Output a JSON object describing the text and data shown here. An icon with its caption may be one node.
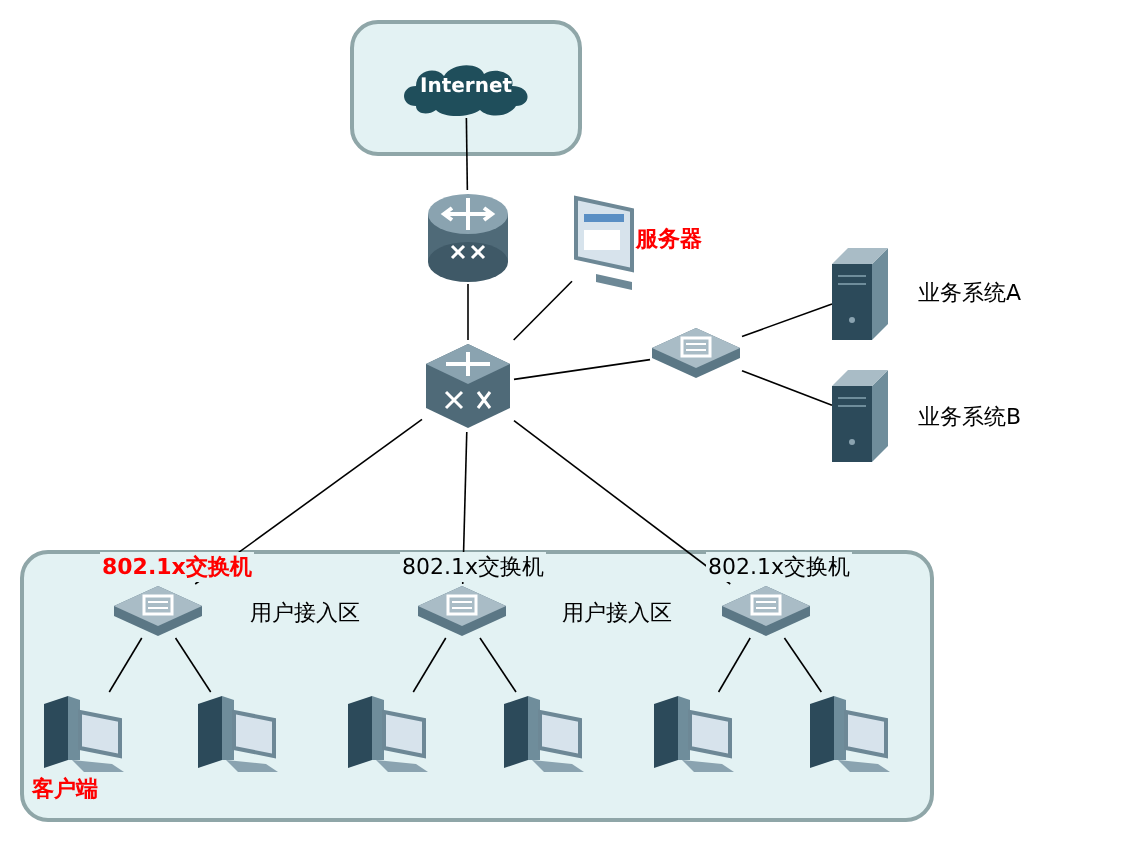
{
  "diagram": {
    "nodes": [
      {
        "text": [],
        "shape": "box"
      },
      {
        "text": [
          "Internet"
        ],
        "in": 0
      },
      {
        "text": [],
        "shape": "picture"
      },
      {
        "text": [],
        "shape": "picture"
      },
      {
        "text": [],
        "shape": "picture",
        "beside": [
          "服务器"
        ]
      },
      {
        "text": [],
        "shape": "picture"
      },
      {
        "text": [],
        "shape": "picture",
        "beside": [
          "业务系统A"
        ]
      },
      {
        "text": [],
        "shape": "picture",
        "beside": [
          "业务系统B"
        ]
      },
      {
        "text": [
          "用户接入区",
          "用户接入区"
        ]
      },
      {
        "text": [],
        "shape": "picture",
        "in": 8,
        "beside": [
          "802.1x交换机"
        ]
      },
      {
        "text": [],
        "shape": "picture",
        "in": 8,
        "beside": [
          "802.1x交换机"
        ]
      },
      {
        "text": [],
        "shape": "picture",
        "in": 8,
        "beside": [
          "802.1x交换机"
        ]
      },
      {
        "text": [],
        "shape": "picture",
        "in": 8,
        "beside": [
          "客户端"
        ]
      },
      {
        "text": [],
        "shape": "picture",
        "in": 8
      },
      {
        "text": [],
        "shape": "picture",
        "in": 8
      },
      {
        "text": [],
        "shape": "picture",
        "in": 8
      },
      {
        "text": [],
        "shape": "picture",
        "in": 8
      },
      {
        "text": [],
        "shape": "picture",
        "in": 8
      }
    ],
    "edges": [
      {
        "from": 1,
        "to": 2,
        "arrow": "none"
      },
      {
        "from": 2,
        "to": 3,
        "arrow": "none"
      },
      {
        "from": 3,
        "to": 4,
        "arrow": "none"
      },
      {
        "from": 3,
        "to": 5,
        "arrow": "none"
      },
      {
        "from": 5,
        "to": 6,
        "arrow": "none"
      },
      {
        "from": 5,
        "to": 7,
        "arrow": "none"
      },
      {
        "from": 3,
        "to": 9,
        "arrow": "none"
      },
      {
        "from": 3,
        "to": 10,
        "arrow": "none"
      },
      {
        "from": 3,
        "to": 11,
        "arrow": "none"
      },
      {
        "from": 9,
        "to": 12,
        "arrow": "none"
      },
      {
        "from": 9,
        "to": 13,
        "arrow": "none"
      },
      {
        "from": 10,
        "to": 14,
        "arrow": "none"
      },
      {
        "from": 10,
        "to": 15,
        "arrow": "none"
      },
      {
        "from": 11,
        "to": 16,
        "arrow": "none"
      },
      {
        "from": 11,
        "to": 17,
        "arrow": "none"
      }
    ]
  }
}
